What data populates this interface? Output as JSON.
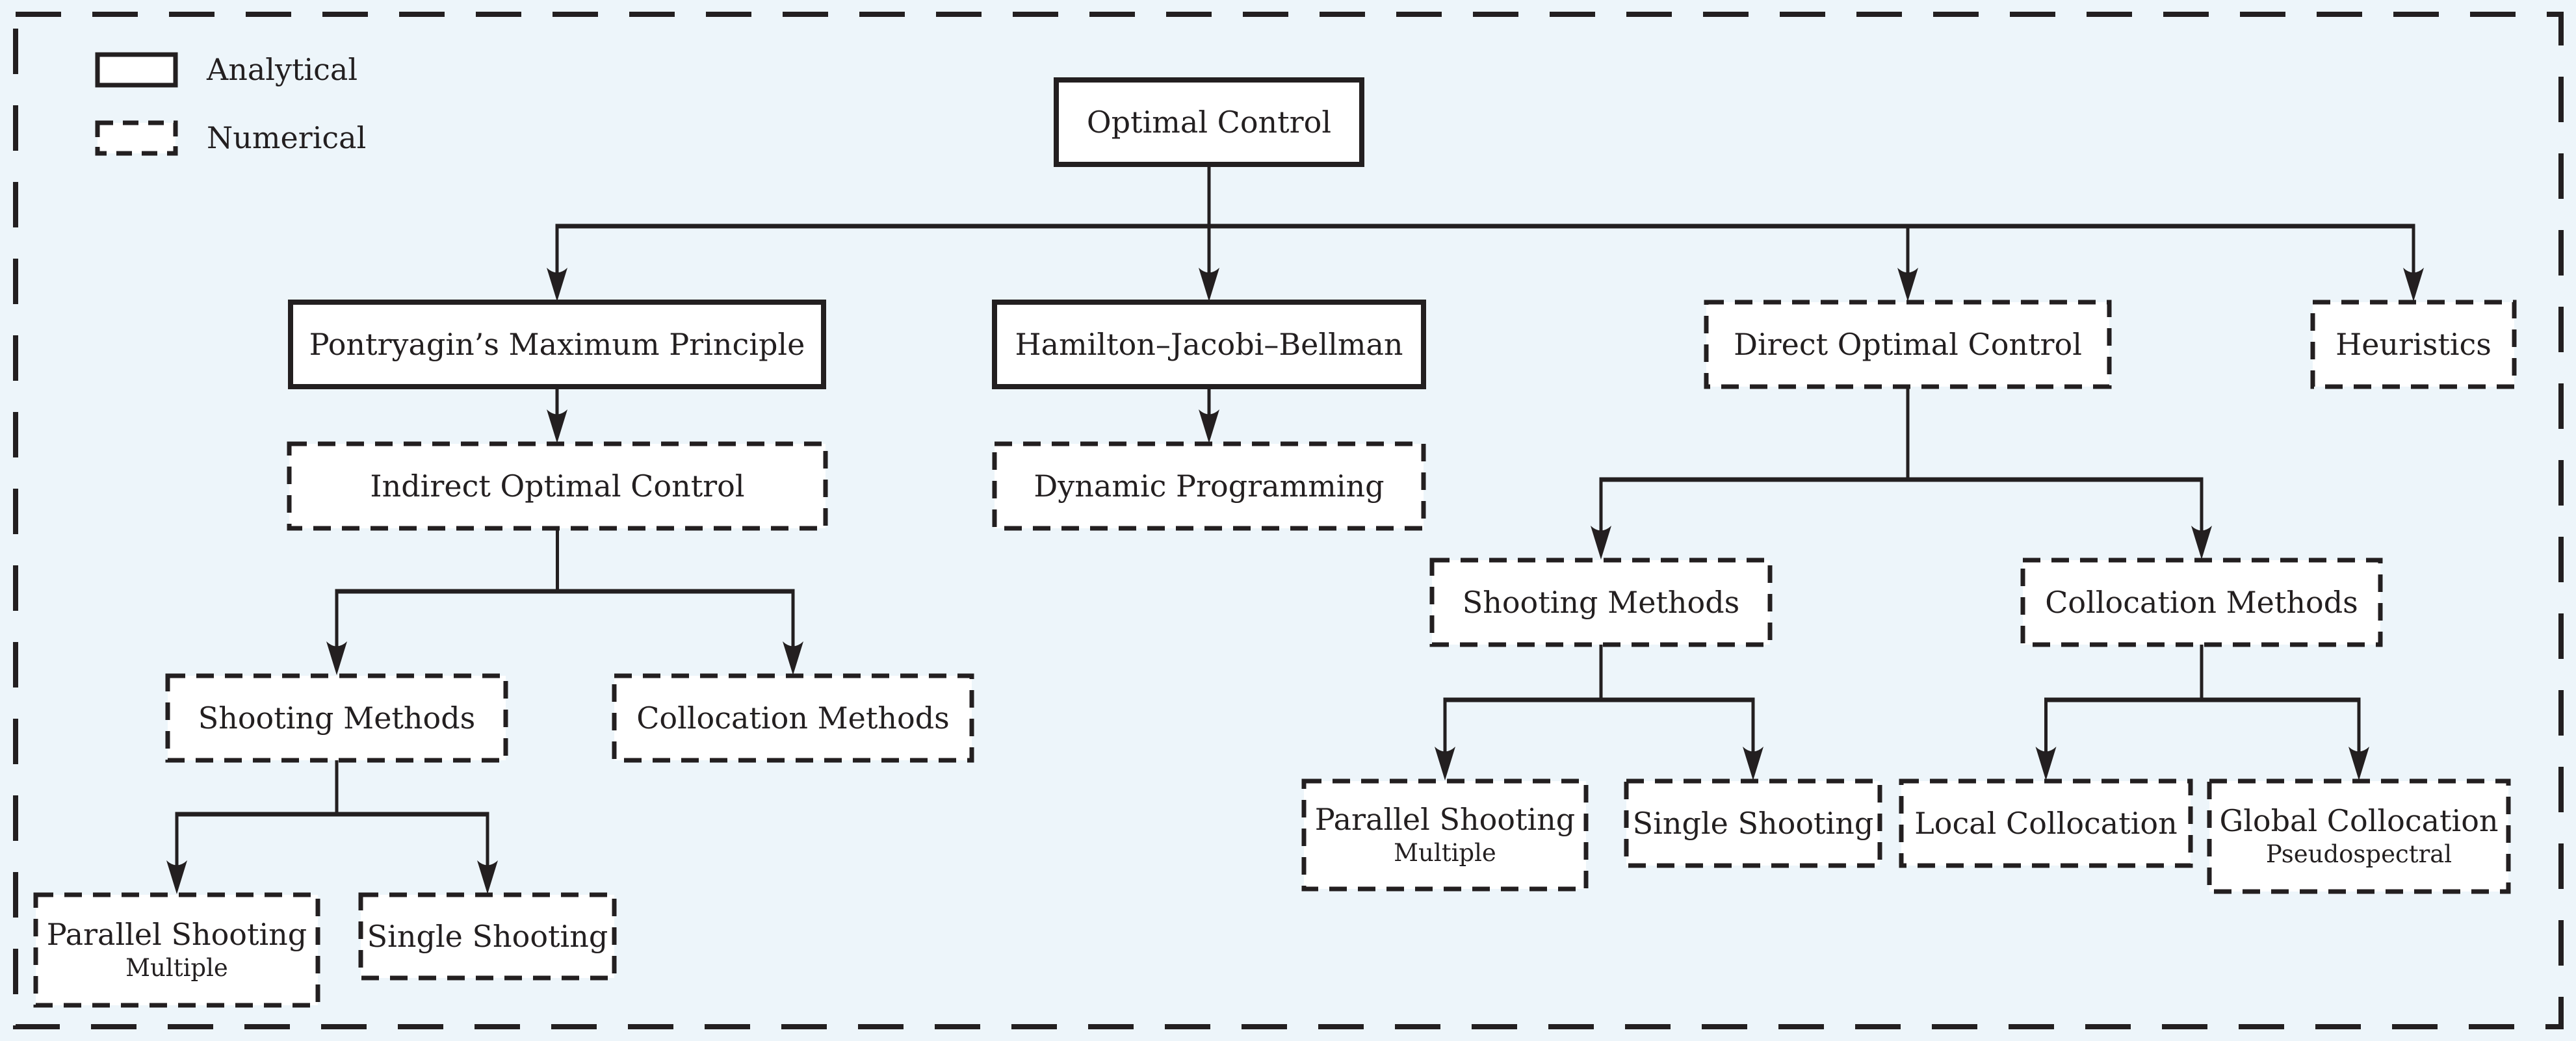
{
  "colors": {
    "background": "#edf5fa",
    "ink": "#231f20",
    "box_fill": "#ffffff"
  },
  "legend": {
    "items": [
      {
        "label": "Analytical",
        "style": "analytical"
      },
      {
        "label": "Numerical",
        "style": "numerical"
      }
    ]
  },
  "diagram": {
    "nodes": [
      {
        "id": "optimal-control",
        "label": "Optimal Control",
        "style": "analytical"
      },
      {
        "id": "pontryagins-maximum-principle",
        "label": "Pontryagin’s Maximum Principle",
        "style": "analytical"
      },
      {
        "id": "hamilton-jacobi-bellman",
        "label": "Hamilton–Jacobi–Bellman",
        "style": "analytical"
      },
      {
        "id": "direct-optimal-control",
        "label": "Direct Optimal Control",
        "style": "numerical"
      },
      {
        "id": "heuristics",
        "label": "Heuristics",
        "style": "numerical"
      },
      {
        "id": "indirect-optimal-control",
        "label": "Indirect Optimal Control",
        "style": "numerical"
      },
      {
        "id": "dynamic-programming",
        "label": "Dynamic Programming",
        "style": "numerical"
      },
      {
        "id": "shooting-methods-indirect",
        "label": "Shooting Methods",
        "style": "numerical"
      },
      {
        "id": "collocation-methods-indirect",
        "label": "Collocation Methods",
        "style": "numerical"
      },
      {
        "id": "parallel-shooting-indirect",
        "label": "Parallel Shooting",
        "sublabel": "Multiple",
        "style": "numerical"
      },
      {
        "id": "single-shooting-indirect",
        "label": "Single Shooting",
        "style": "numerical"
      },
      {
        "id": "shooting-methods-direct",
        "label": "Shooting Methods",
        "style": "numerical"
      },
      {
        "id": "collocation-methods-direct",
        "label": "Collocation Methods",
        "style": "numerical"
      },
      {
        "id": "parallel-shooting-direct",
        "label": "Parallel Shooting",
        "sublabel": "Multiple",
        "style": "numerical"
      },
      {
        "id": "single-shooting-direct",
        "label": "Single Shooting",
        "style": "numerical"
      },
      {
        "id": "local-collocation",
        "label": "Local Collocation",
        "style": "numerical"
      },
      {
        "id": "global-collocation",
        "label": "Global Collocation",
        "sublabel": "Pseudospectral",
        "style": "numerical"
      }
    ],
    "edges": [
      {
        "from": "optimal-control",
        "to": "pontryagins-maximum-principle"
      },
      {
        "from": "optimal-control",
        "to": "hamilton-jacobi-bellman"
      },
      {
        "from": "optimal-control",
        "to": "direct-optimal-control"
      },
      {
        "from": "optimal-control",
        "to": "heuristics"
      },
      {
        "from": "pontryagins-maximum-principle",
        "to": "indirect-optimal-control"
      },
      {
        "from": "hamilton-jacobi-bellman",
        "to": "dynamic-programming"
      },
      {
        "from": "indirect-optimal-control",
        "to": "shooting-methods-indirect"
      },
      {
        "from": "indirect-optimal-control",
        "to": "collocation-methods-indirect"
      },
      {
        "from": "shooting-methods-indirect",
        "to": "parallel-shooting-indirect"
      },
      {
        "from": "shooting-methods-indirect",
        "to": "single-shooting-indirect"
      },
      {
        "from": "direct-optimal-control",
        "to": "shooting-methods-direct"
      },
      {
        "from": "direct-optimal-control",
        "to": "collocation-methods-direct"
      },
      {
        "from": "shooting-methods-direct",
        "to": "parallel-shooting-direct"
      },
      {
        "from": "shooting-methods-direct",
        "to": "single-shooting-direct"
      },
      {
        "from": "collocation-methods-direct",
        "to": "local-collocation"
      },
      {
        "from": "collocation-methods-direct",
        "to": "global-collocation"
      }
    ]
  }
}
